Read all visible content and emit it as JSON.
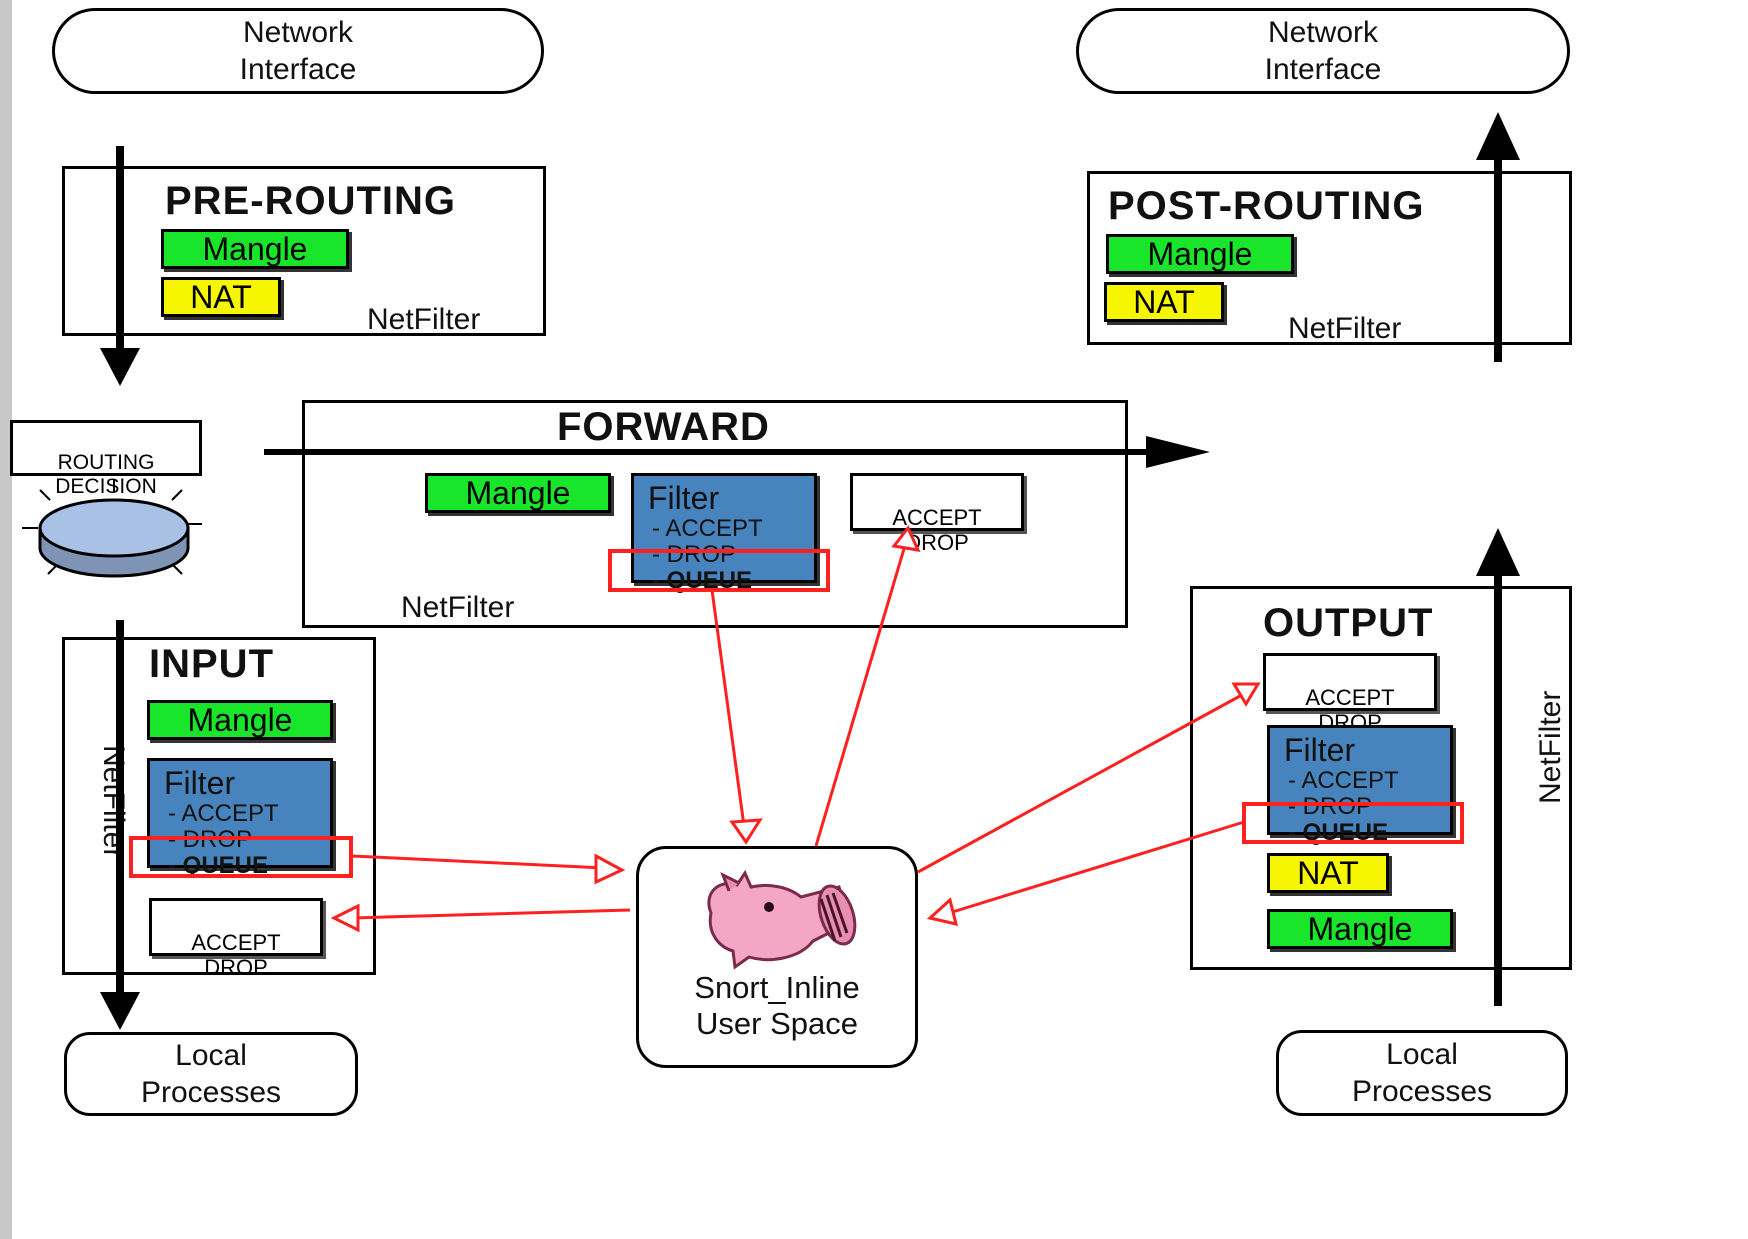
{
  "network_interface_label": "Network\nInterface",
  "local_processes_label": "Local\nProcesses",
  "routing_decision_label": "ROUTING\nDECISION",
  "netfilter_label": "NetFilter",
  "mangle_label": "Mangle",
  "nat_label": "NAT",
  "accept_drop_label": "ACCEPT\nDROP",
  "filter": {
    "title": "Filter",
    "accept": "- ACCEPT",
    "drop": "- DROP",
    "queue": "- QUEUE"
  },
  "chains": {
    "pre_routing": "PRE-ROUTING",
    "post_routing": "POST-ROUTING",
    "forward": "FORWARD",
    "input": "INPUT",
    "output": "OUTPUT"
  },
  "snort": {
    "line1": "Snort_Inline",
    "line2": "User Space"
  },
  "colors": {
    "mangle": "#19e62a",
    "nat": "#f6f600",
    "filter": "#4784bd",
    "queue_highlight": "#ff2020",
    "routing_disk": "#a9c1e4"
  }
}
